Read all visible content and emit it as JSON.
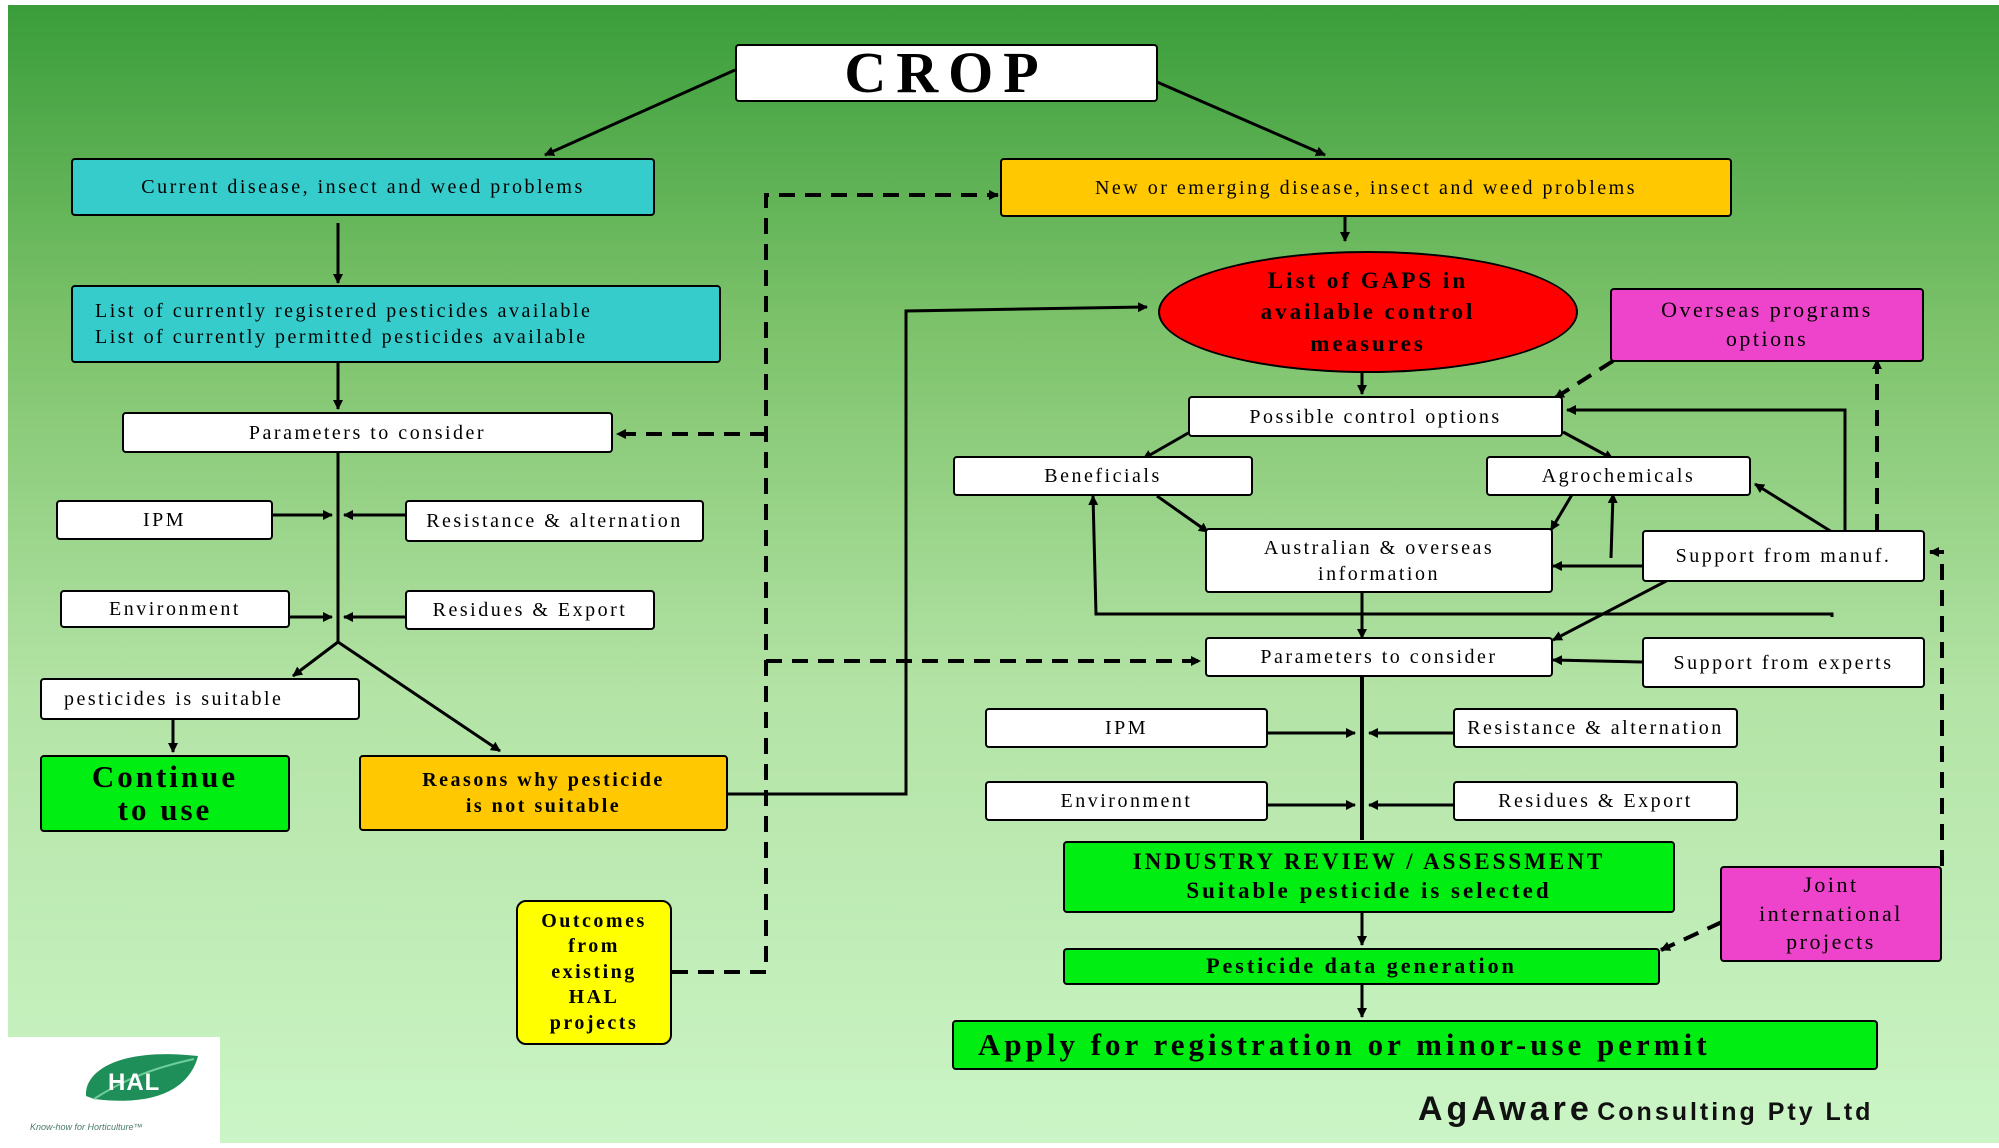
{
  "crop": "CROP",
  "left": {
    "current_problems": "Current disease, insect and weed problems",
    "pesticide_lists": "List of currently registered pesticides available\nList of currently permitted pesticides available",
    "parameters": "Parameters to consider",
    "ipm": "IPM",
    "resistance": "Resistance & alternation",
    "environment": "Environment",
    "residues": "Residues & Export",
    "suitable": "pesticides is suitable",
    "continue": "Continue\nto use",
    "reasons": "Reasons why pesticide\nis not suitable"
  },
  "right": {
    "new_problems": "New or emerging disease, insect and weed problems",
    "gaps": "List of GAPS in\navailable control\nmeasures",
    "overseas_programs": "Overseas programs\noptions",
    "possible_options": "Possible control options",
    "beneficials": "Beneficials",
    "agrochemicals": "Agrochemicals",
    "aus_info": "Australian & overseas\ninformation",
    "support_manuf": "Support from manuf.",
    "parameters": "Parameters to consider",
    "support_experts": "Support from experts",
    "ipm": "IPM",
    "resistance": "Resistance & alternation",
    "environment": "Environment",
    "residues": "Residues & Export",
    "industry_review": "INDUSTRY REVIEW / ASSESSMENT\nSuitable pesticide is selected",
    "joint_projects": "Joint\ninternational\nprojects",
    "data_generation": "Pesticide data generation",
    "apply": "Apply for registration or minor-use permit"
  },
  "outcomes": "Outcomes\nfrom\nexisting\nHAL\nprojects",
  "logo": {
    "name": "HAL",
    "tagline": "Know-how for Horticulture™"
  },
  "footer": {
    "brand": "AgAware",
    "rest": "Consulting Pty Ltd"
  },
  "colors": {
    "background_top": "#3a9d3a",
    "background_bottom": "#cbf5c6",
    "cyan": "#36cccc",
    "orange": "#ffc800",
    "green": "#00ee11",
    "pink": "#ee44cc",
    "yellow": "#ffff00",
    "red": "#ff0000",
    "hal_green": "#1f8f5a"
  }
}
